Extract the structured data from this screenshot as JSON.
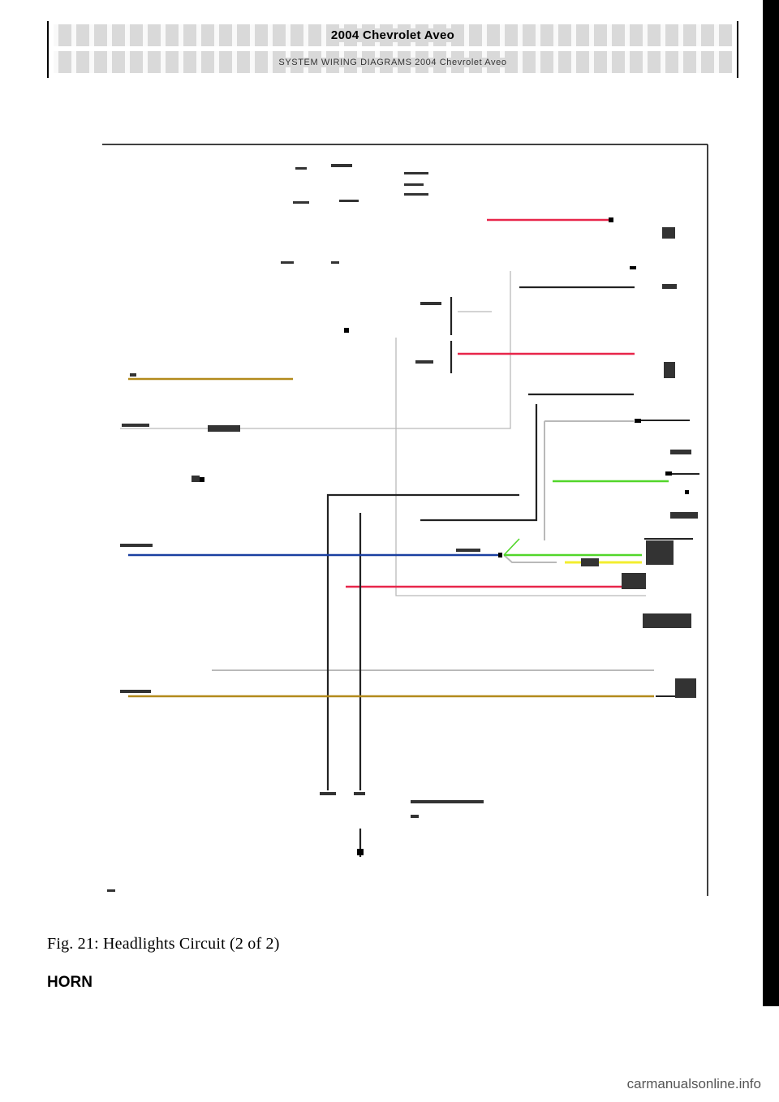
{
  "header": {
    "title": "2004 Chevrolet Aveo",
    "subtitle": "SYSTEM WIRING DIAGRAMS 2004 Chevrolet Aveo"
  },
  "figure": {
    "caption": "Fig. 21: Headlights Circuit (2 of 2)"
  },
  "section": {
    "heading": "HORN"
  },
  "watermark": {
    "text": "carmanualsonline.info"
  },
  "wire_colors": {
    "red": "#e8264a",
    "black": "#222222",
    "gray": "#b9b9b9",
    "tan": "#b38a1c",
    "blue": "#1a3fa0",
    "green": "#52d62a",
    "yellow": "#f3ee2e"
  }
}
